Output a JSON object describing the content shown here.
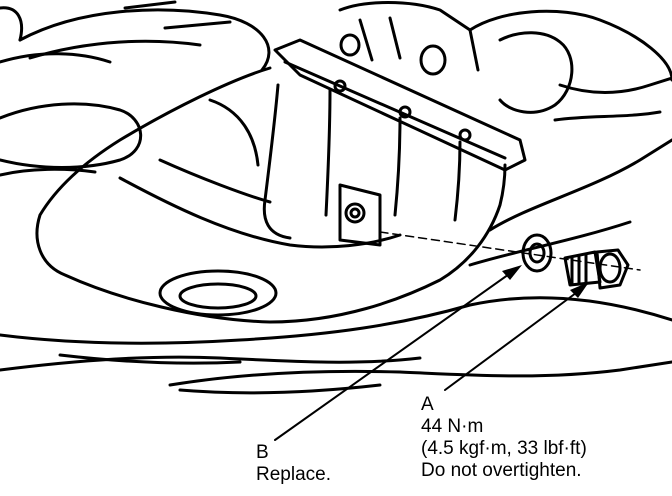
{
  "callouts": {
    "a": {
      "letter": "A",
      "torque_nm": "44 N·m",
      "torque_alt": "(4.5 kgf·m, 33 lbf·ft)",
      "note": "Do not overtighten."
    },
    "b": {
      "letter": "B",
      "note": "Replace."
    }
  }
}
